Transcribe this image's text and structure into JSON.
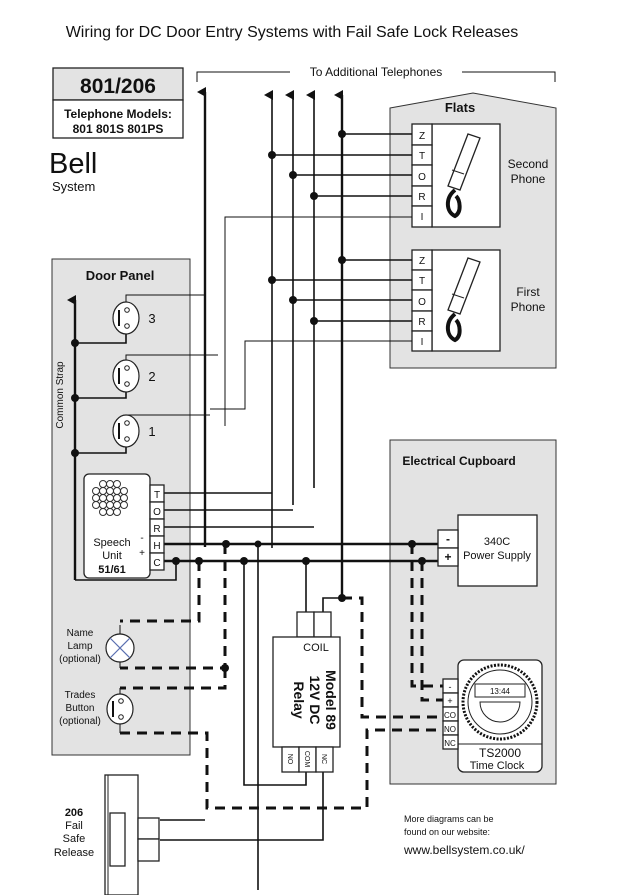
{
  "title": "Wiring for DC Door Entry Systems with Fail Safe Lock Releases",
  "model_box": {
    "code": "801/206",
    "models_label": "Telephone Models:",
    "models": "801 801S 801PS"
  },
  "brand": {
    "name": "Bell",
    "sub": "System"
  },
  "to_additional": "To Additional Telephones",
  "flats": {
    "title": "Flats",
    "terminals": [
      "Z",
      "T",
      "O",
      "R",
      "I"
    ],
    "phones": [
      {
        "label_line1": "Second",
        "label_line2": "Phone"
      },
      {
        "label_line1": "First",
        "label_line2": "Phone"
      }
    ]
  },
  "door_panel": {
    "title": "Door Panel",
    "strap_label": "Common Strap",
    "buttons": [
      "3",
      "2",
      "1"
    ],
    "speech_unit": {
      "line1": "Speech",
      "line2": "Unit",
      "model": "51/61",
      "minus": "-",
      "plus": "+",
      "terminals": [
        "T",
        "O",
        "R",
        "H",
        "C"
      ]
    },
    "name_lamp": [
      "Name",
      "Lamp",
      "(optional)"
    ],
    "trades_button": [
      "Trades",
      "Button",
      "(optional)"
    ]
  },
  "cupboard": {
    "title": "Electrical Cupboard",
    "psu": {
      "model": "340C",
      "name": "Power Supply",
      "terminals": [
        "-",
        "+"
      ]
    },
    "timeclock": {
      "model": "TS2000",
      "name": "Time Clock",
      "display": "13:44",
      "terminals": [
        "-",
        "+",
        "CO",
        "NO",
        "NC"
      ]
    }
  },
  "relay": {
    "coil": "COIL",
    "line1": "Model 89",
    "line2": "12V DC",
    "line3": "Relay",
    "terminals": [
      "NO",
      "COM",
      "NC"
    ]
  },
  "release": {
    "model": "206",
    "line1": "Fail",
    "line2": "Safe",
    "line3": "Release"
  },
  "footer": {
    "line1": "More diagrams can be",
    "line2": "found on our website:",
    "url": "www.bellsystem.co.uk/"
  }
}
